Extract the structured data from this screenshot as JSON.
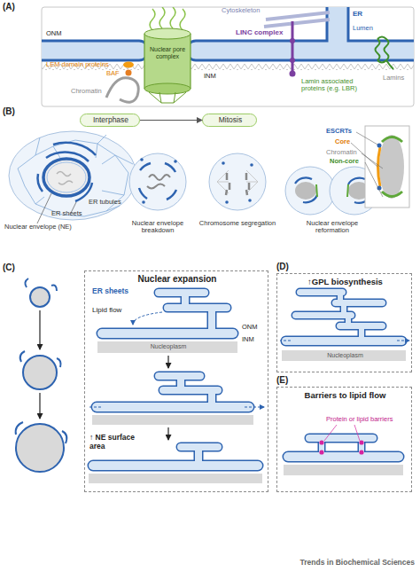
{
  "diagram": {
    "nodes": [
      {
        "text": [
          "Interphase"
        ]
      },
      {
        "text": [
          "Mitosis"
        ]
      },
      {
        "text": [
          "Nuclear expansion",
          "ER sheets",
          "Lipid flow",
          "ONM",
          "INM",
          "Nucleoplasm",
          "↑ NE surface area"
        ]
      },
      {
        "text": [
          "↑GPL biosynthesis",
          "Nucleoplasm"
        ]
      },
      {
        "text": [
          "Barriers to lipid flow",
          "Protein or lipid barriers"
        ]
      }
    ],
    "edges": [
      {
        "from": 0,
        "to": 1,
        "arrow": "to"
      }
    ],
    "labels": [
      "(A)",
      "ONM",
      "Cytoskeleton",
      "ER",
      "Lumen",
      "LINC complex",
      "Nuclear pore complex",
      "INM",
      "LEM domain proteins",
      "BAF",
      "Chromatin",
      "Lamins",
      "Lamin associated proteins (e.g. LBR)",
      "(B)",
      "ESCRTs",
      "Core",
      "Chromatin",
      "Non-core",
      "ER tubules",
      "ER sheets",
      "Nuclear envelope (NE)",
      "Nuclear envelope breakdown",
      "Chromosome segregation",
      "Nuclear envelope reformation",
      "(C)",
      "(D)",
      "(E)",
      "Trends in Biochemical Sciences"
    ]
  }
}
